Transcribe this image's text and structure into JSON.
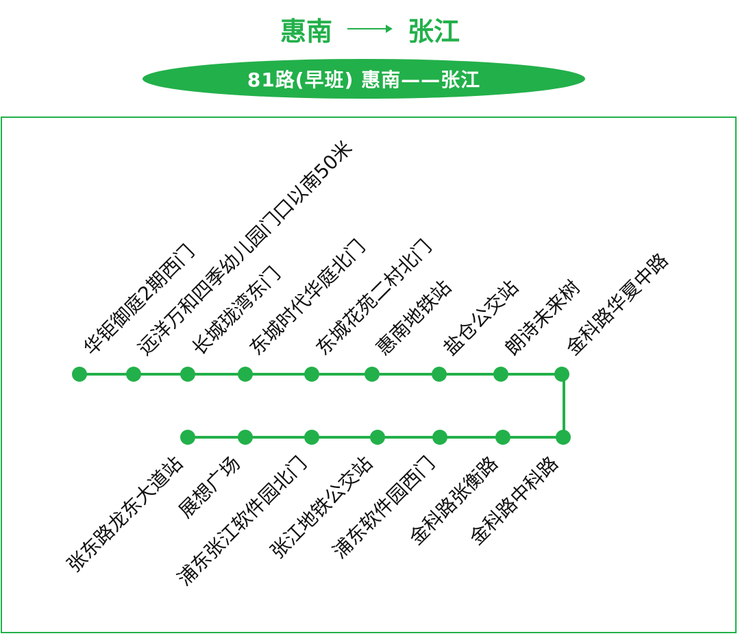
{
  "header": {
    "origin": "惠南",
    "destination": "张江"
  },
  "banner": {
    "text": "81路(早班)  惠南——张江"
  },
  "colors": {
    "route_green": "#22b04a",
    "text": "#111111"
  },
  "route": {
    "upper_stops": [
      "华钜御庭2期西门",
      "远洋万和四季幼儿园门口以南50米",
      "长城珑湾东门",
      "东城时代华庭北门",
      "东城花苑二村北门",
      "惠南地铁站",
      "盐仓公交站",
      "朗诗未来树",
      "金科路华夏中路"
    ],
    "lower_stops": [
      "金科路中科路",
      "金科路张衡路",
      "浦东软件园西门",
      "张江地铁公交站",
      "浦东张江软件园北门",
      "展想广场",
      "张东路龙东大道站"
    ]
  }
}
